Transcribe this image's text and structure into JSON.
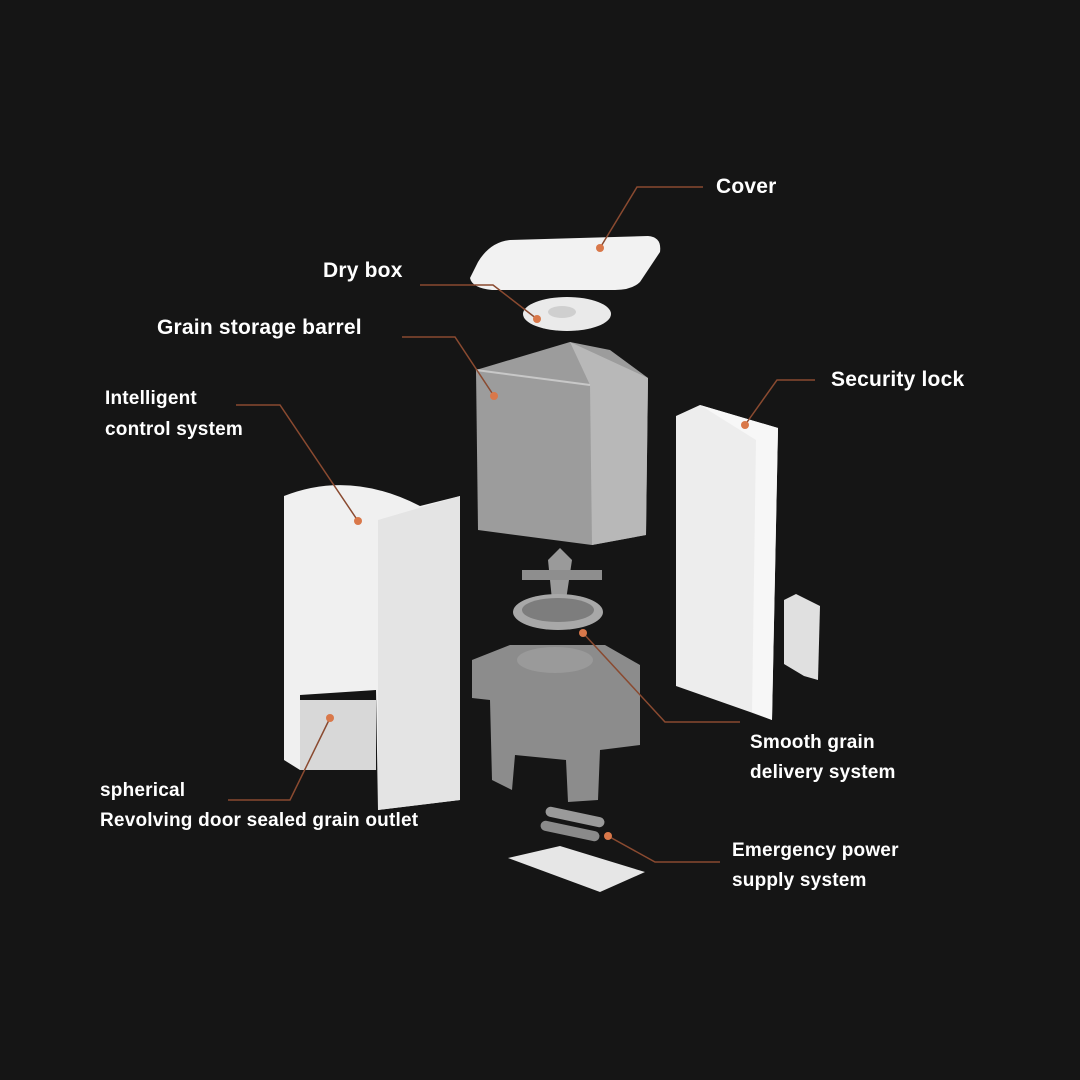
{
  "colors": {
    "background": "#151515",
    "leader_line": "#8a4a30",
    "dot": "#d9784a",
    "text": "#ffffff"
  },
  "labels": {
    "cover": "Cover",
    "dry_box": "Dry box",
    "grain_barrel": "Grain storage barrel",
    "control_1": "Intelligent",
    "control_2": "control system",
    "security_lock": "Security lock",
    "smooth_1": "Smooth grain",
    "smooth_2": "delivery system",
    "outlet_1": "spherical",
    "outlet_2": "Revolving door sealed grain outlet",
    "power_1": "Emergency power",
    "power_2": "supply system"
  }
}
